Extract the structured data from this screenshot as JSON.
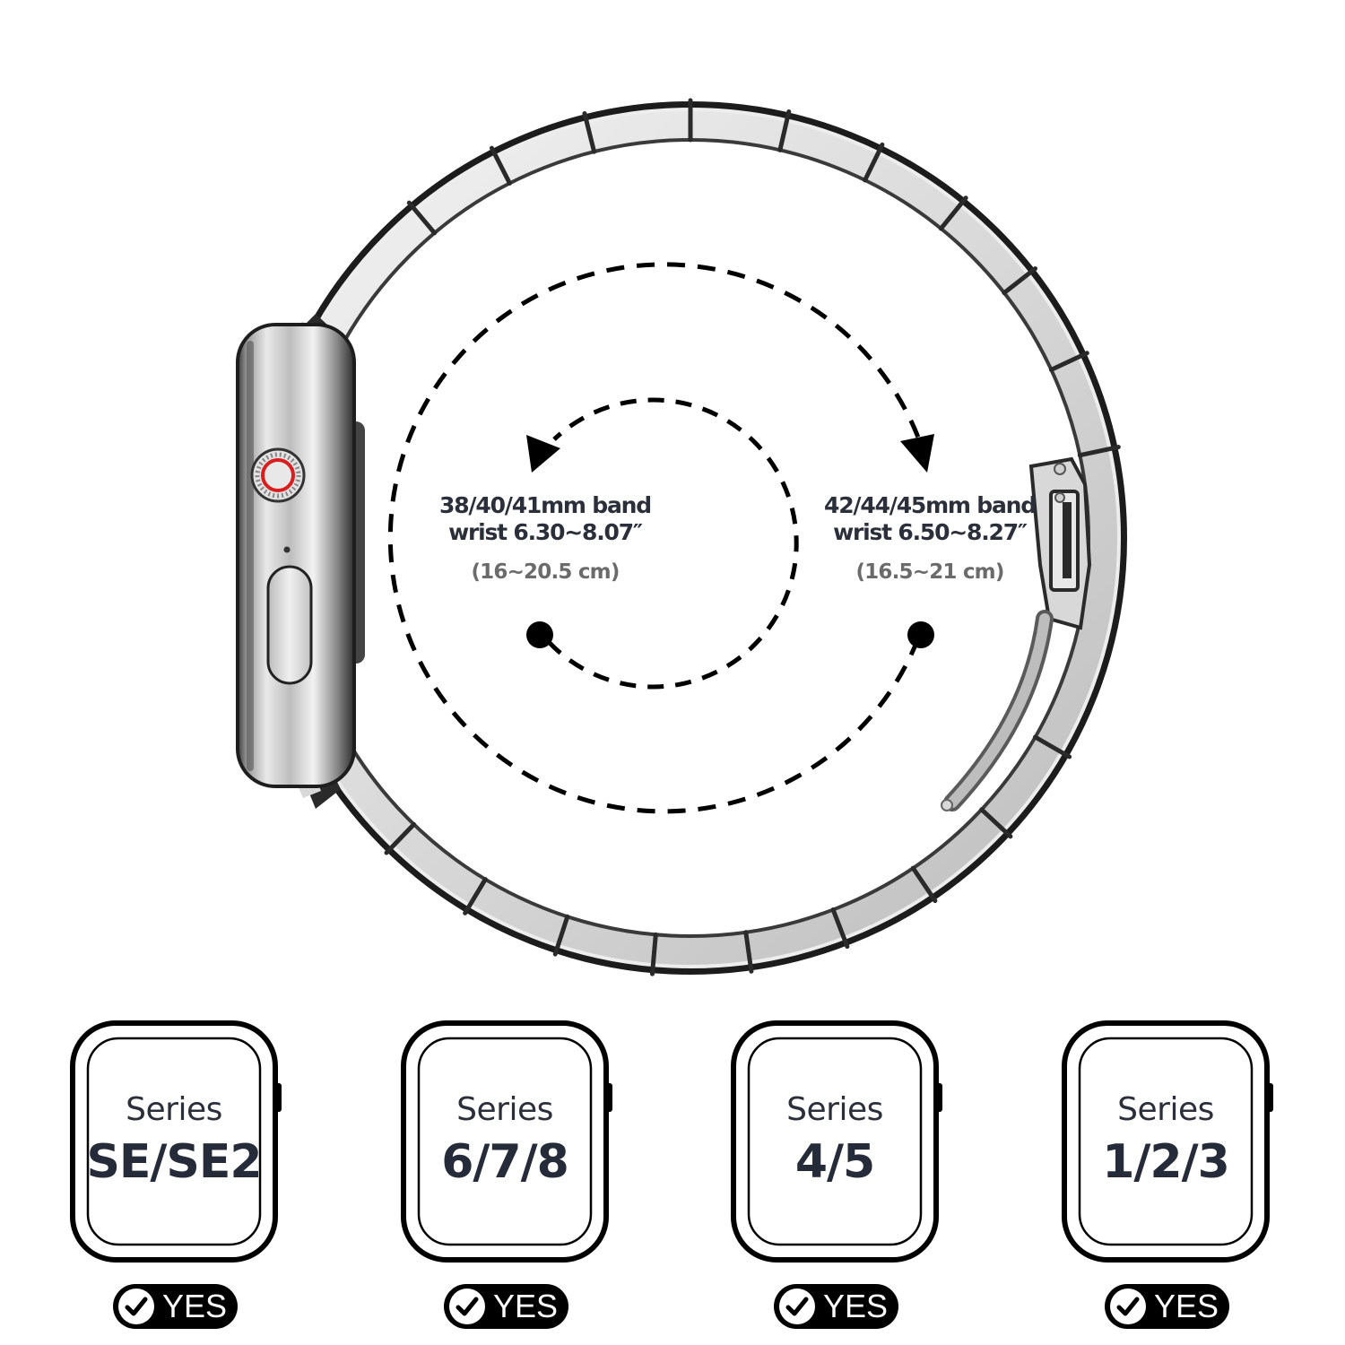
{
  "product": {
    "name": "stainless steel link watch band",
    "colors": {
      "band_light": "#e6e6e6",
      "band_dark": "#2a2a2a",
      "crown_red": "#d81e1e",
      "text_dark": "#2b2f3a",
      "text_gray": "#6b6b6b"
    }
  },
  "size_guide": {
    "small": {
      "line1": "38/40/41mm band",
      "line2": "wrist 6.30~8.07″",
      "cm": "(16~20.5 cm)"
    },
    "large": {
      "line1": "42/44/45mm band",
      "line2": "wrist 6.50~8.27″",
      "cm": "(16.5~21 cm)"
    },
    "icons": {
      "small_arrow": "arrow-head-left-icon",
      "large_arrow": "arrow-head-down-icon",
      "start_dot": "dot-icon"
    }
  },
  "compatibility": [
    {
      "series_word": "Series",
      "models": "SE/SE2",
      "badge": "YES",
      "icon": "check-circle-icon"
    },
    {
      "series_word": "Series",
      "models": "6/7/8",
      "badge": "YES",
      "icon": "check-circle-icon"
    },
    {
      "series_word": "Series",
      "models": "4/5",
      "badge": "YES",
      "icon": "check-circle-icon"
    },
    {
      "series_word": "Series",
      "models": "1/2/3",
      "badge": "YES",
      "icon": "check-circle-icon"
    }
  ]
}
